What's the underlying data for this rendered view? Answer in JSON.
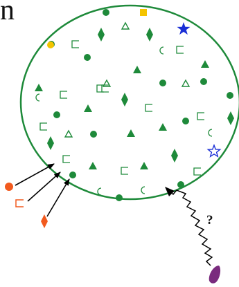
{
  "title_fragment": "n",
  "question_mark": "?",
  "colors": {
    "boundary": "#1e8a3a",
    "inside_shapes": "#1e8a3a",
    "yellow": "#f4c400",
    "blue": "#1a2fd6",
    "orange": "#f25a1e",
    "purple": "#7a2b7e",
    "arrow": "#000000"
  },
  "inside_symbols": [
    {
      "shape": "circle"
    },
    {
      "shape": "filled-square"
    },
    {
      "shape": "open-triangle"
    },
    {
      "shape": "diamond"
    },
    {
      "shape": "diamond"
    },
    {
      "shape": "star-filled"
    },
    {
      "shape": "circle"
    },
    {
      "shape": "bracket"
    },
    {
      "shape": "circle"
    },
    {
      "shape": "bracket"
    },
    {
      "shape": "crescent"
    },
    {
      "shape": "bracket"
    },
    {
      "shape": "triangle"
    },
    {
      "shape": "triangle"
    },
    {
      "shape": "triangle"
    },
    {
      "shape": "open-triangle"
    },
    {
      "shape": "bracket"
    },
    {
      "shape": "circle"
    },
    {
      "shape": "open-triangle"
    },
    {
      "shape": "crescent"
    },
    {
      "shape": "bracket"
    },
    {
      "shape": "diamond"
    },
    {
      "shape": "circle"
    },
    {
      "shape": "bracket"
    },
    {
      "shape": "triangle"
    },
    {
      "shape": "circle"
    },
    {
      "shape": "bracket"
    },
    {
      "shape": "diamond"
    },
    {
      "shape": "circle"
    },
    {
      "shape": "bracket"
    },
    {
      "shape": "open-triangle"
    },
    {
      "shape": "circle"
    },
    {
      "shape": "triangle"
    },
    {
      "shape": "crescent"
    },
    {
      "shape": "triangle"
    },
    {
      "shape": "diamond"
    },
    {
      "shape": "star-open"
    },
    {
      "shape": "bracket"
    },
    {
      "shape": "triangle"
    },
    {
      "shape": "triangle"
    },
    {
      "shape": "bracket"
    },
    {
      "shape": "circle"
    },
    {
      "shape": "crescent"
    },
    {
      "shape": "circle"
    },
    {
      "shape": "crescent"
    },
    {
      "shape": "circle"
    },
    {
      "shape": "bracket"
    },
    {
      "shape": "diamond"
    },
    {
      "shape": "circle"
    },
    {
      "shape": "yellow-circle"
    }
  ],
  "outside_symbols": [
    {
      "shape": "orange-circle"
    },
    {
      "shape": "orange-bracket"
    },
    {
      "shape": "orange-diamond"
    },
    {
      "shape": "purple-blob"
    }
  ]
}
